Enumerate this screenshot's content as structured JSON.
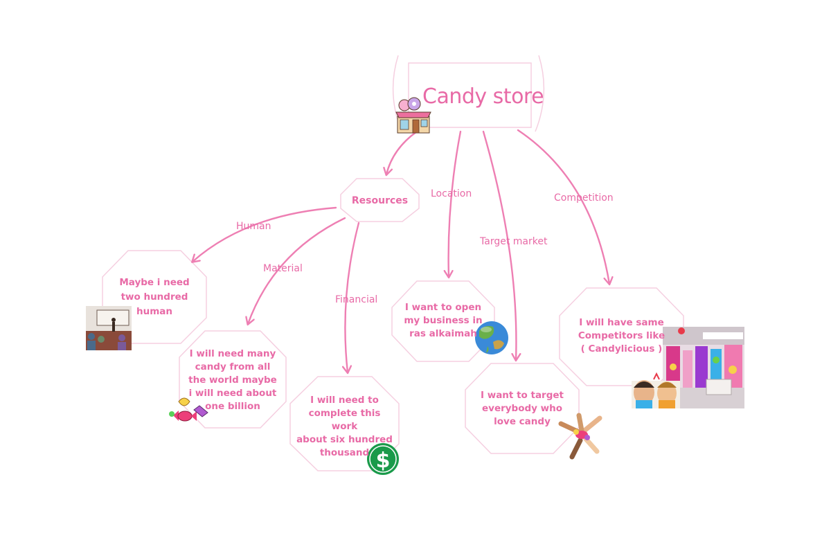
{
  "central": {
    "label": "Candy store",
    "icon": "candy-shop-icon"
  },
  "resources": {
    "label": "Resources"
  },
  "edge_labels": {
    "location": "Location",
    "target_market": "Target market",
    "competition": "Competition",
    "human": "Human",
    "material": "Material",
    "financial": "Financial"
  },
  "nodes": {
    "human": {
      "lines": [
        "Maybe i need",
        "two hundred",
        "human"
      ],
      "icon": "presentation-icon"
    },
    "material": {
      "lines": [
        "I will need many",
        "candy from all",
        "the world maybe",
        "i will need about",
        "one billion"
      ],
      "icon": "wrapped-candy-icon"
    },
    "financial": {
      "lines": [
        "I will need to",
        "complete this",
        "work",
        "about six hundred",
        "thousand"
      ],
      "icon": "dollar-icon"
    },
    "location": {
      "lines": [
        "I want to open",
        "my business in",
        "ras alkaimah"
      ],
      "icon": "globe-icon"
    },
    "target": {
      "lines": [
        "I want to target",
        "everybody who",
        "love candy"
      ],
      "icon": "hands-candy-icon"
    },
    "competition": {
      "lines": [
        "I will have same",
        "Competitors like",
        "( Candylicious )"
      ],
      "icon": "competitor-store-photo"
    }
  },
  "colors": {
    "accent": "#e86aa6",
    "outline": "#f5cfe0",
    "arrow": "#ee7fb3"
  }
}
